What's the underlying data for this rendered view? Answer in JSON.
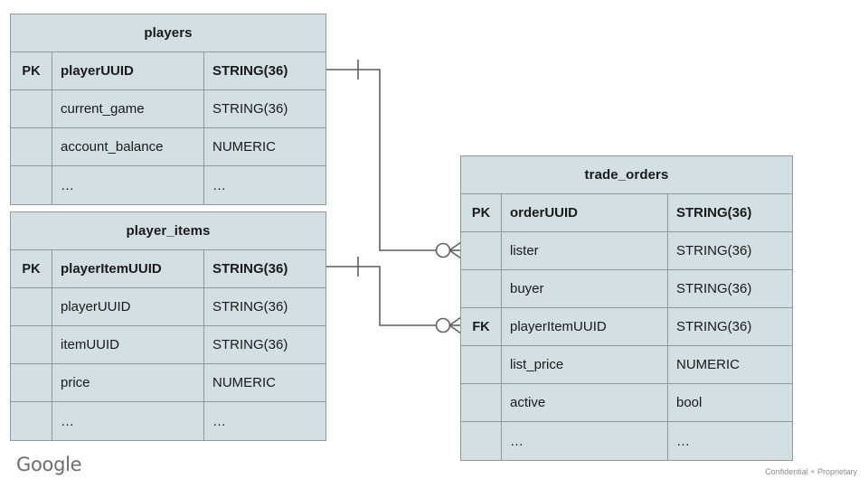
{
  "diagram": {
    "type": "entity-relationship-diagram",
    "colors": {
      "cell_fill": "#d3dfe2",
      "grid_line": "#8d999c",
      "connector": "#5f5f5f",
      "text": "#1a1a1a",
      "footer_text": "#8a8a8a",
      "logo_text": "#6d6d6d"
    },
    "column_headers": [
      "key",
      "column_name",
      "data_type"
    ],
    "tables": [
      {
        "name": "players",
        "rows": [
          {
            "key": "PK",
            "column": "playerUUID",
            "type": "STRING(36)",
            "bold": true
          },
          {
            "key": "",
            "column": "current_game",
            "type": "STRING(36)",
            "bold": false
          },
          {
            "key": "",
            "column": "account_balance",
            "type": "NUMERIC",
            "bold": false
          },
          {
            "key": "",
            "column": "…",
            "type": "…",
            "bold": false
          }
        ]
      },
      {
        "name": "player_items",
        "rows": [
          {
            "key": "PK",
            "column": "playerItemUUID",
            "type": "STRING(36)",
            "bold": true
          },
          {
            "key": "",
            "column": "playerUUID",
            "type": "STRING(36)",
            "bold": false
          },
          {
            "key": "",
            "column": "itemUUID",
            "type": "STRING(36)",
            "bold": false
          },
          {
            "key": "",
            "column": "price",
            "type": "NUMERIC",
            "bold": false
          },
          {
            "key": "",
            "column": "…",
            "type": "…",
            "bold": false
          }
        ]
      },
      {
        "name": "trade_orders",
        "rows": [
          {
            "key": "PK",
            "column": "orderUUID",
            "type": "STRING(36)",
            "bold": true
          },
          {
            "key": "",
            "column": "lister",
            "type": "STRING(36)",
            "bold": false
          },
          {
            "key": "",
            "column": "buyer",
            "type": "STRING(36)",
            "bold": false
          },
          {
            "key": "FK",
            "column": "playerItemUUID",
            "type": "STRING(36)",
            "bold": false
          },
          {
            "key": "",
            "column": "list_price",
            "type": "NUMERIC",
            "bold": false
          },
          {
            "key": "",
            "column": "active",
            "type": "bool",
            "bold": false
          },
          {
            "key": "",
            "column": "…",
            "type": "…",
            "bold": false
          }
        ]
      }
    ],
    "relationships": [
      {
        "from_table": "players",
        "from_column": "playerUUID",
        "to_table": "trade_orders",
        "to_column": "lister",
        "from_cardinality": "one",
        "to_cardinality": "zero-or-many"
      },
      {
        "from_table": "player_items",
        "from_column": "playerItemUUID",
        "to_table": "trade_orders",
        "to_column": "playerItemUUID",
        "from_cardinality": "one",
        "to_cardinality": "zero-or-many"
      }
    ]
  },
  "footer": {
    "logo": "Google",
    "note": "Confidential + Proprietary"
  }
}
